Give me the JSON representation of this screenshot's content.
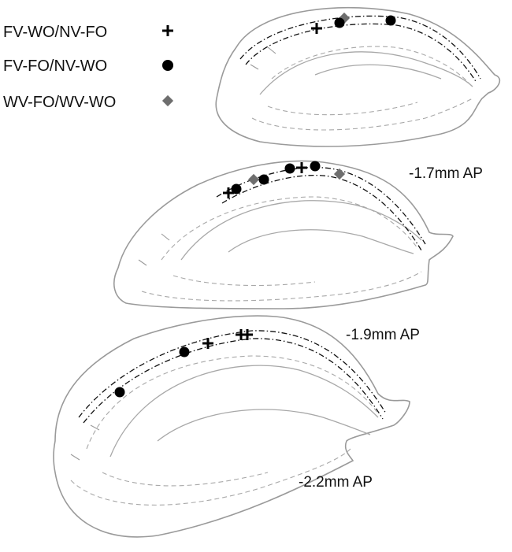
{
  "legend": {
    "items": [
      {
        "label": "FV-WO/NV-FO",
        "marker": "plus",
        "color": "#000000"
      },
      {
        "label": "FV-FO/NV-WO",
        "marker": "circle",
        "color": "#000000"
      },
      {
        "label": "WV-FO/WV-WO",
        "marker": "diamond",
        "color": "#6e6e6e"
      }
    ]
  },
  "sections": [
    {
      "label": "-1.7mm AP"
    },
    {
      "label": "-1.9mm AP"
    },
    {
      "label": "-2.2mm AP"
    }
  ],
  "colors": {
    "outline": "#9a9a9a",
    "ca1_line": "#111111",
    "diamond": "#6e6e6e",
    "marker": "#000000"
  }
}
